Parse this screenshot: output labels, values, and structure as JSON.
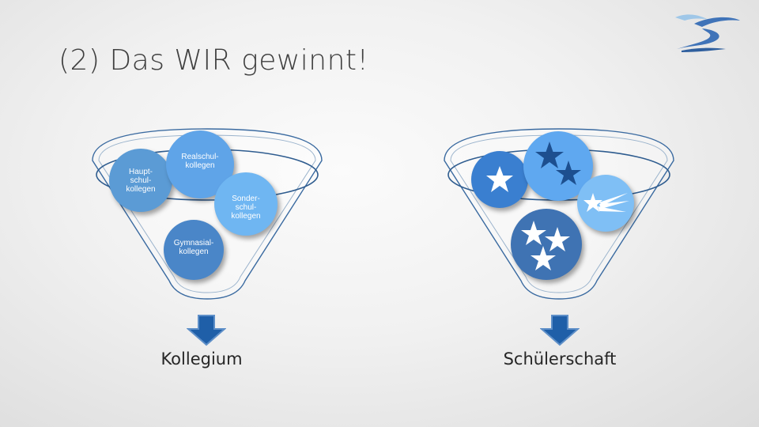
{
  "slide": {
    "title": "(2) Das WIR gewinnt!"
  },
  "logo": {
    "icon": "school-logo-icon"
  },
  "left_funnel": {
    "label": "Kollegium",
    "balls": [
      {
        "text": "Haupt-\nschul-\nkollegen",
        "color": "#5b9bd5"
      },
      {
        "text": "Realschul-\nkollegen",
        "color": "#5fa4e8"
      },
      {
        "text": "Sonder-\nschul-\nkollegen",
        "color": "#6fb6f2"
      },
      {
        "text": "Gymnasial-\nkollegen",
        "color": "#4a86c8"
      }
    ]
  },
  "right_funnel": {
    "label": "Schülerschaft",
    "balls": [
      {
        "icon": "star-icon",
        "color": "#3a7fd0"
      },
      {
        "icon": "two-stars-icon",
        "color": "#5fa8f0"
      },
      {
        "icon": "shooting-star-icon",
        "color": "#7fbff5"
      },
      {
        "icon": "three-stars-icon",
        "color": "#3f73b3"
      }
    ]
  }
}
